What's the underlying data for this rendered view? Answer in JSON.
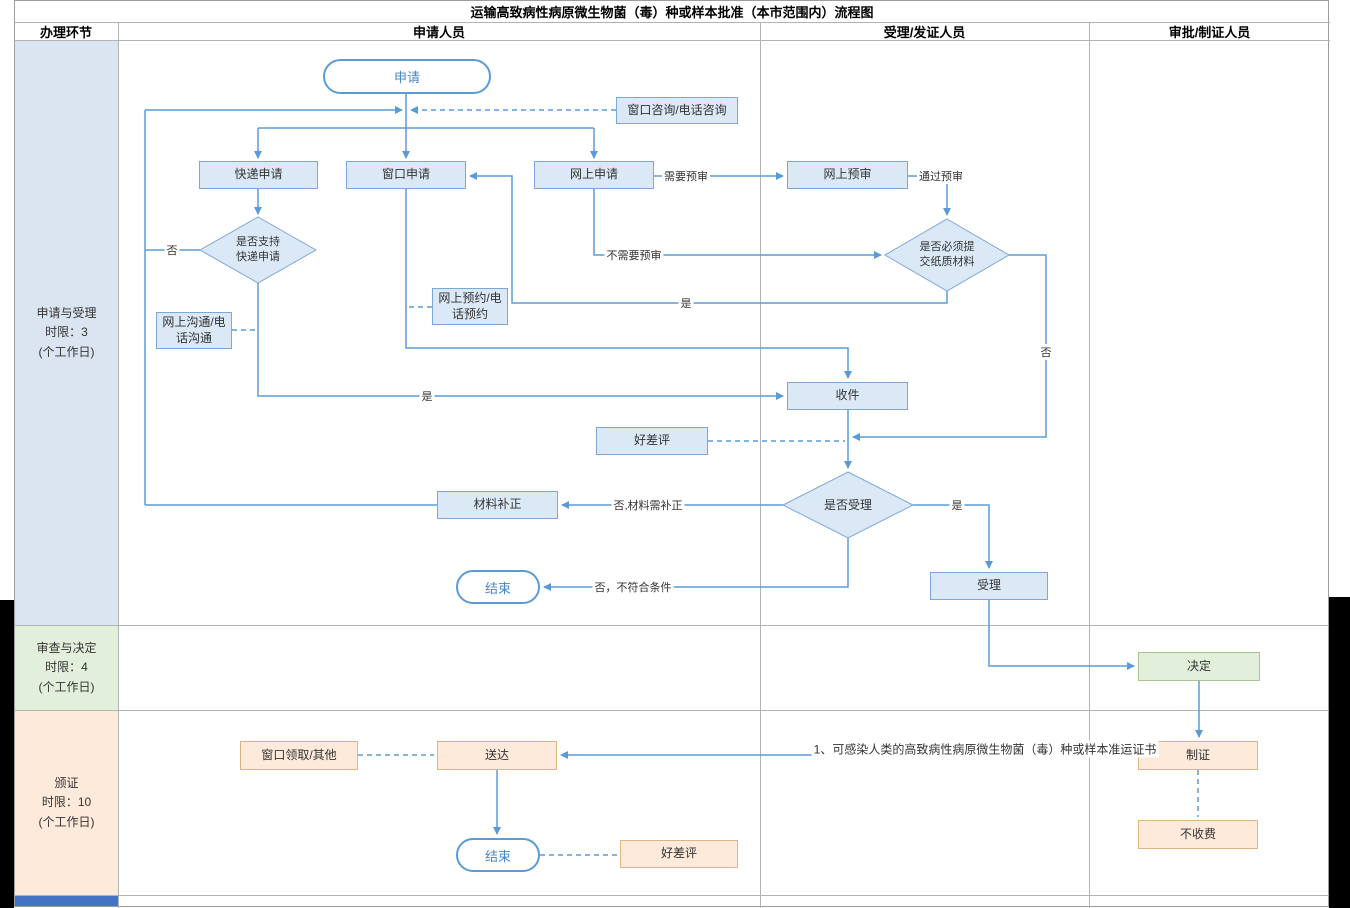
{
  "title": "运输高致病性病原微生物菌（毒）种或样本批准（本市范围内）流程图",
  "columns": [
    "办理环节",
    "申请人员",
    "受理/发证人员",
    "审批/制证人员"
  ],
  "lanes": [
    {
      "name": "申请与受理",
      "limit": "时限：3",
      "unit": "(个工作日)"
    },
    {
      "name": "审查与决定",
      "limit": "时限：4",
      "unit": "(个工作日)"
    },
    {
      "name": "颁证",
      "limit": "时限：10",
      "unit": "(个工作日)"
    }
  ],
  "nodes": {
    "apply_start": "申请",
    "window_consult": "窗口咨询/电话咨询",
    "courier_apply": "快递申请",
    "window_apply": "窗口申请",
    "online_apply": "网上申请",
    "online_preview": "网上预审",
    "support_courier_q": "是否支持快递申请",
    "paper_required_q": "是否必须提交纸质材料",
    "online_booking": "网上预约/电话预约",
    "online_contact": "网上沟通/电话沟通",
    "receive": "收件",
    "rating_top": "好差评",
    "accept_q": "是否受理",
    "material_fix": "材料补正",
    "accept": "受理",
    "end_mid": "结束",
    "decide": "决定",
    "make_cert": "制证",
    "deliver": "送达",
    "window_pickup": "窗口领取/其他",
    "no_fee": "不收费",
    "end_final": "结束",
    "rating_bottom": "好差评"
  },
  "edge_labels": {
    "need_preview": "需要预审",
    "pass_preview": "通过预审",
    "courier_no": "否",
    "no_preview_needed": "不需要预审",
    "paper_yes": "是",
    "paper_no": "否",
    "courier_yes": "是",
    "reject_fix": "否,材料需补正",
    "accept_yes": "是",
    "reject_end": "否，不符合条件",
    "cert_note": "1、可感染人类的高致病性病原微生物菌（毒）种或样本准运证书"
  },
  "colors": {
    "connector_blue": "#5b9bd5",
    "node_blue_fill": "#dbe8f6",
    "node_blue_border": "#7da7d8",
    "node_green_fill": "#e2efda",
    "node_orange_fill": "#fdeada",
    "lane_blue": "#dbe5f1",
    "lane_green": "#e2efda",
    "lane_orange": "#fdeada",
    "bottom_bar_blue": "#4472c4"
  }
}
